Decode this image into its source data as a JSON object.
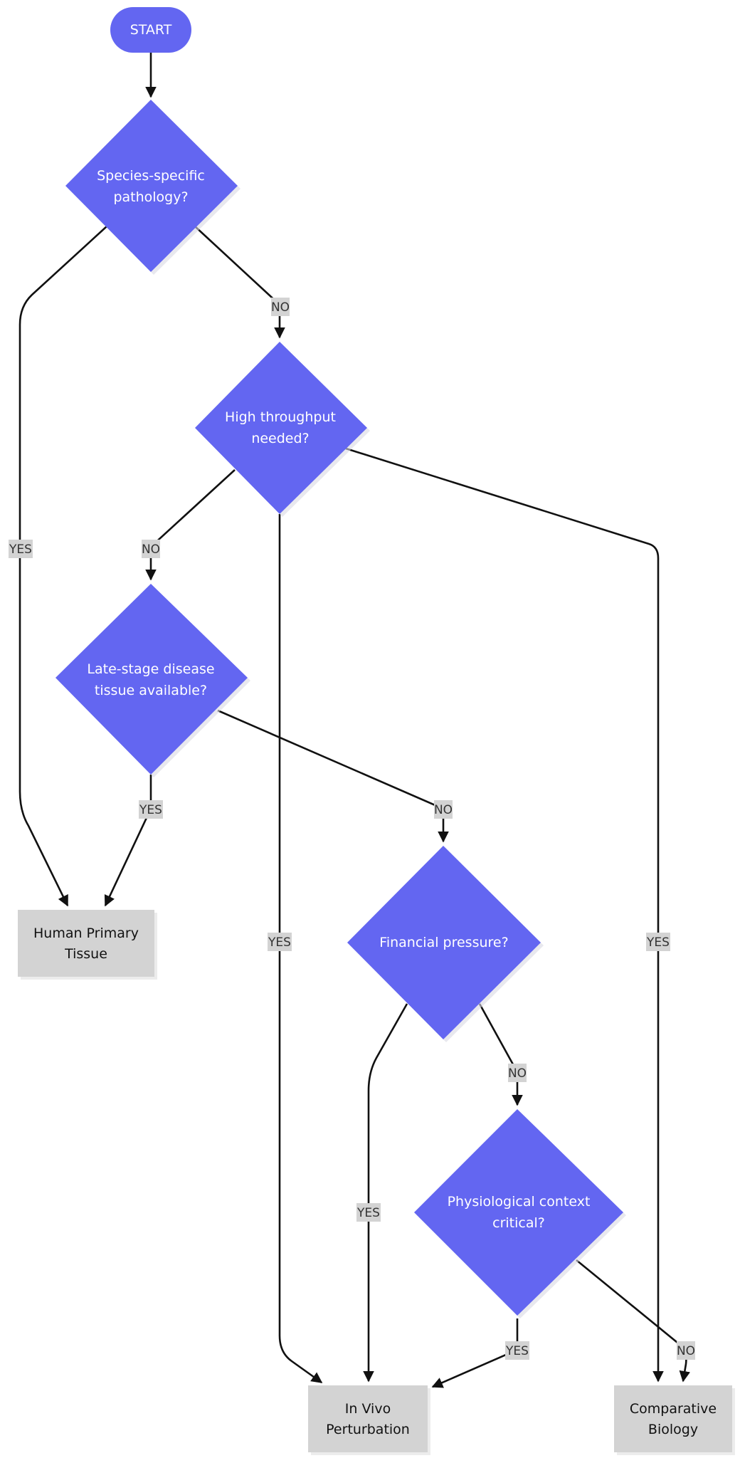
{
  "colors": {
    "decision_fill": "#6366f1",
    "terminal_fill": "#d3d3d3",
    "edge_stroke": "#111111",
    "label_bg": "#d3d3d3"
  },
  "nodes": {
    "start": {
      "lines": [
        "START"
      ]
    },
    "q_species": {
      "lines": [
        "Species-specific",
        "pathology?"
      ]
    },
    "q_throughput": {
      "lines": [
        "High throughput",
        "needed?"
      ]
    },
    "q_late_stage": {
      "lines": [
        "Late-stage disease",
        "tissue available?"
      ]
    },
    "q_financial": {
      "lines": [
        "Financial pressure?"
      ]
    },
    "q_physiological": {
      "lines": [
        "Physiological context",
        "critical?"
      ]
    },
    "human_primary_tissue": {
      "lines": [
        "Human Primary",
        "Tissue"
      ]
    },
    "in_vivo_perturbation": {
      "lines": [
        "In Vivo",
        "Perturbation"
      ]
    },
    "comparative_biology": {
      "lines": [
        "Comparative",
        "Biology"
      ]
    }
  },
  "edges": [
    {
      "from": "start",
      "to": "q_species",
      "label": ""
    },
    {
      "from": "q_species",
      "to": "human_primary_tissue",
      "label": "YES"
    },
    {
      "from": "q_species",
      "to": "q_throughput",
      "label": "NO"
    },
    {
      "from": "q_throughput",
      "to": "in_vivo_perturbation",
      "label": "YES"
    },
    {
      "from": "q_throughput",
      "to": "q_late_stage",
      "label": "NO"
    },
    {
      "from": "q_throughput",
      "to": "comparative_biology",
      "label": "YES"
    },
    {
      "from": "q_late_stage",
      "to": "human_primary_tissue",
      "label": "YES"
    },
    {
      "from": "q_late_stage",
      "to": "q_financial",
      "label": "NO"
    },
    {
      "from": "q_financial",
      "to": "in_vivo_perturbation",
      "label": "YES"
    },
    {
      "from": "q_financial",
      "to": "q_physiological",
      "label": "NO"
    },
    {
      "from": "q_physiological",
      "to": "in_vivo_perturbation",
      "label": "YES"
    },
    {
      "from": "q_physiological",
      "to": "comparative_biology",
      "label": "NO"
    }
  ]
}
